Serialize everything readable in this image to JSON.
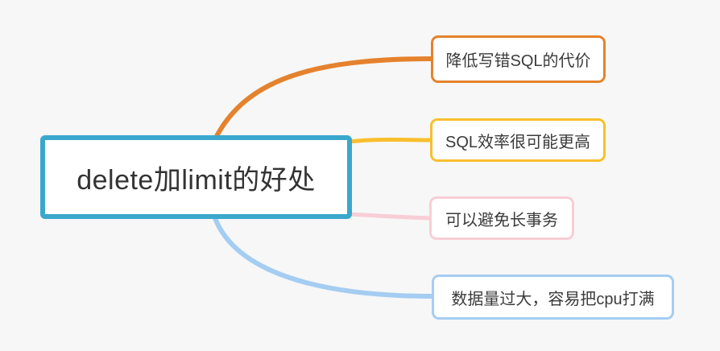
{
  "page": {
    "background_color": "#f7f7f7"
  },
  "mindmap": {
    "root": {
      "label": "delete加limit的好处",
      "border_color": "#3aa8cd",
      "text_color": "#333333"
    },
    "branches": [
      {
        "label": "降低写错SQL的代价",
        "color": "#e5822d"
      },
      {
        "label": "SQL效率很可能更高",
        "color": "#f8bf2d"
      },
      {
        "label": "可以避免长事务",
        "color": "#f8ced6"
      },
      {
        "label": "数据量过大，容易把cpu打满",
        "color": "#a5cdf2"
      }
    ]
  }
}
